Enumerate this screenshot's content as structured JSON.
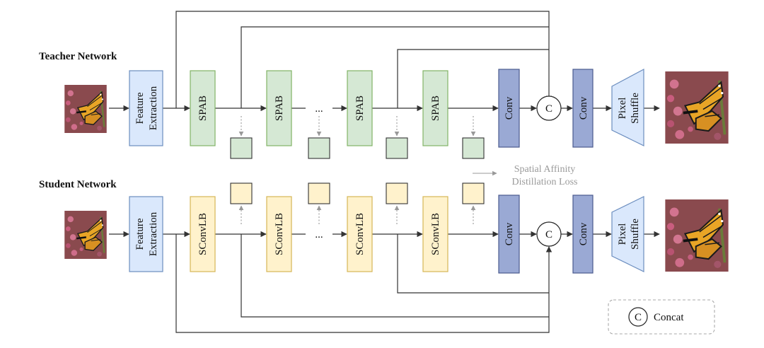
{
  "teacher": {
    "title": "Teacher Network",
    "feature_extraction": [
      "Feature",
      "Extraction"
    ],
    "blocks": [
      "SPAB",
      "SPAB",
      "SPAB",
      "SPAB"
    ],
    "ellipsis": "...",
    "conv1": "Conv",
    "concat": "C",
    "conv2": "Conv",
    "pixel_shuffle": [
      "Pixel",
      "Shuffle"
    ]
  },
  "student": {
    "title": "Student Network",
    "feature_extraction": [
      "Feature",
      "Extraction"
    ],
    "blocks": [
      "SConvLB",
      "SConvLB",
      "SConvLB",
      "SConvLB"
    ],
    "ellipsis": "...",
    "conv1": "Conv",
    "concat": "C",
    "conv2": "Conv",
    "pixel_shuffle": [
      "Pixel",
      "Shuffle"
    ]
  },
  "loss_legend": [
    "Spatial Affinity",
    "Distillation Loss"
  ],
  "concat_legend": {
    "symbol": "C",
    "label": "Concat"
  },
  "colors": {
    "feature_extraction": "#dae8fc",
    "feature_extraction_border": "#6c8ebf",
    "spab": "#d5e8d4",
    "spab_border": "#82b366",
    "sconvlb": "#fff2cc",
    "sconvlb_border": "#d6b656",
    "conv": "#9aa9d4",
    "conv_border": "#4b5a8e",
    "pixel_shuffle": "#dae8fc",
    "pixel_shuffle_border": "#6c8ebf"
  },
  "icons": [
    "butterfly-image-input",
    "butterfly-image-output"
  ]
}
